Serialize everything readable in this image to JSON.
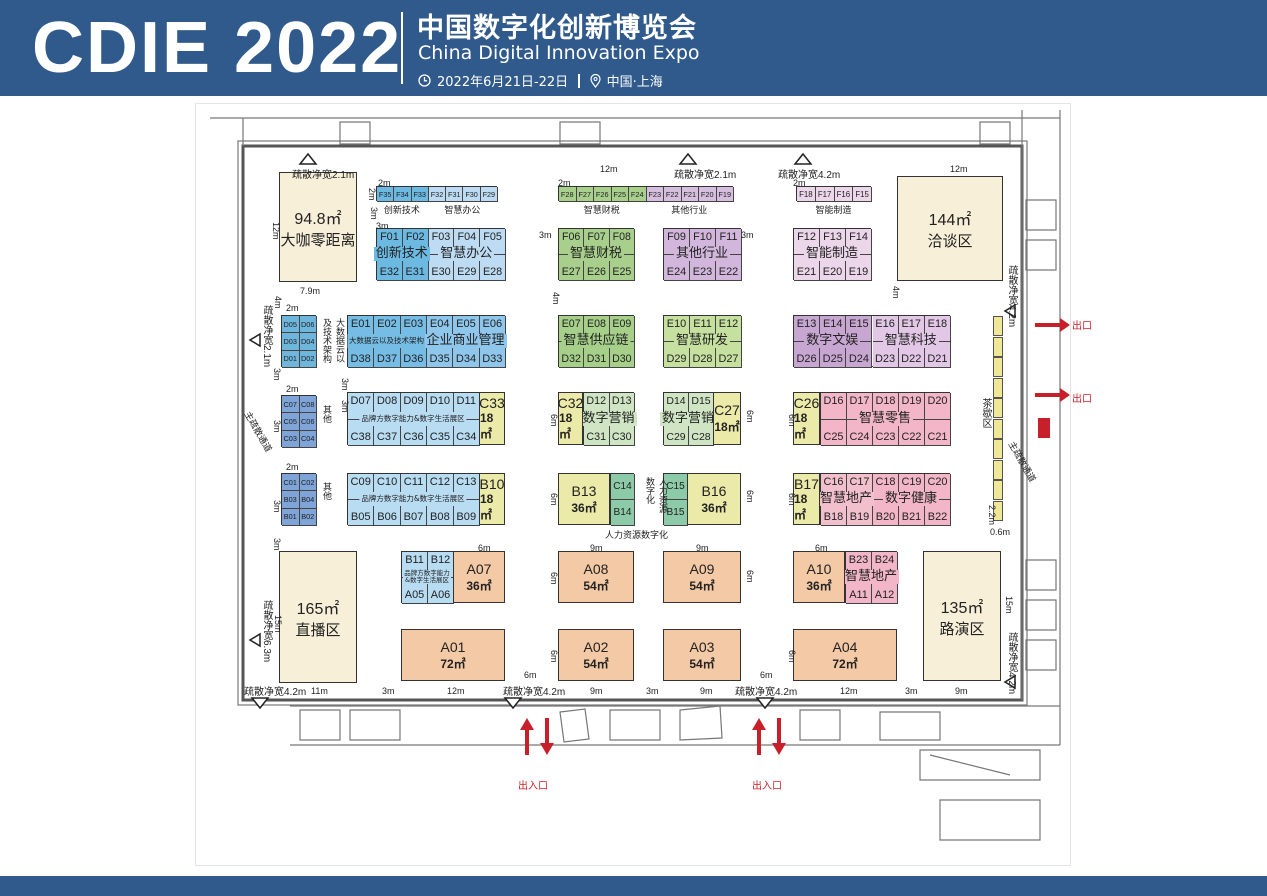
{
  "header": {
    "logo": "CDIE 2022",
    "title_cn": "中国数字化创新博览会",
    "title_en": "China Digital Innovation Expo",
    "date": "2022年6月21日-22日",
    "location": "中国·上海",
    "clock_icon": "clock-icon",
    "pin_icon": "location-pin-icon",
    "bg_color": "#2f5a8b"
  },
  "grids": [
    {
      "id": "f-strip-1",
      "rows": [
        [
          "F35",
          "F34",
          "F33",
          "F32",
          "F31",
          "F30",
          "F29"
        ]
      ],
      "zones": [
        {
          "label": "创新技术",
          "from": 0,
          "to": 2,
          "color": "#6cb9e2"
        },
        {
          "label": "智慧办公",
          "from": 3,
          "to": 6,
          "color": "#bddcf3"
        }
      ]
    },
    {
      "id": "f-strip-2",
      "rows": [
        [
          "F28",
          "F27",
          "F26",
          "F25",
          "F24",
          "F23",
          "F22",
          "F21",
          "F20",
          "F19"
        ]
      ],
      "zones": [
        {
          "label": "智慧财税",
          "from": 0,
          "to": 4,
          "color": "#a8d08c"
        },
        {
          "label": "其他行业",
          "from": 5,
          "to": 9,
          "color": "#d6bedf"
        }
      ]
    },
    {
      "id": "f-strip-3",
      "rows": [
        [
          "F18",
          "F17",
          "F16",
          "F15"
        ]
      ],
      "zones": [
        {
          "label": "智能制造",
          "from": 0,
          "to": 3,
          "color": "#ecd6ea"
        }
      ]
    },
    {
      "id": "g-f01",
      "rows": [
        [
          "F01",
          "F02",
          "F03",
          "F04",
          "F05"
        ],
        [
          "E32",
          "E31",
          "E30",
          "E29",
          "E28"
        ]
      ],
      "zones": [
        {
          "label": "创新技术",
          "from": 0,
          "to": 1,
          "color": "#6cb9e2"
        },
        {
          "label": "智慧办公",
          "from": 2,
          "to": 4,
          "color": "#bddcf3"
        }
      ]
    },
    {
      "id": "g-f06",
      "rows": [
        [
          "F06",
          "F07",
          "F08"
        ],
        [
          "E27",
          "E26",
          "E25"
        ]
      ],
      "zones": [
        {
          "label": "智慧财税",
          "from": 0,
          "to": 2,
          "color": "#a8d08c"
        }
      ]
    },
    {
      "id": "g-f09",
      "rows": [
        [
          "F09",
          "F10",
          "F11"
        ],
        [
          "E24",
          "E23",
          "E22"
        ]
      ],
      "zones": [
        {
          "label": "其他行业",
          "from": 0,
          "to": 2,
          "color": "#d2b6dc"
        }
      ]
    },
    {
      "id": "g-f12",
      "rows": [
        [
          "F12",
          "F13",
          "F14"
        ],
        [
          "E21",
          "E20",
          "E19"
        ]
      ],
      "zones": [
        {
          "label": "智能制造",
          "from": 0,
          "to": 2,
          "color": "#ecd6ea"
        }
      ]
    },
    {
      "id": "g-d05",
      "rows": [
        [
          "D05",
          "D06"
        ],
        [
          "D03",
          "D04"
        ],
        [
          "D01",
          "D02"
        ]
      ],
      "color": "#6fb6dc",
      "note": "大数据云以及技术架构"
    },
    {
      "id": "g-e01",
      "rows": [
        [
          "E01",
          "E02",
          "E03",
          "E04",
          "E05",
          "E06"
        ],
        [
          "D38",
          "D37",
          "D36",
          "D35",
          "D34",
          "D33"
        ]
      ],
      "zones": [
        {
          "label": "大数据云以及技术架构",
          "from": 0,
          "to": 2,
          "color": "#76bde6",
          "small": true
        },
        {
          "label": "企业商业管理",
          "from": 3,
          "to": 5,
          "color": "#8fc7ec"
        }
      ]
    },
    {
      "id": "g-e07",
      "rows": [
        [
          "E07",
          "E08",
          "E09"
        ],
        [
          "D32",
          "D31",
          "D30"
        ]
      ],
      "zones": [
        {
          "label": "智慧供应链",
          "from": 0,
          "to": 2,
          "color": "#a6d08a"
        }
      ]
    },
    {
      "id": "g-e10",
      "rows": [
        [
          "E10",
          "E11",
          "E12"
        ],
        [
          "D29",
          "D28",
          "D27"
        ]
      ],
      "zones": [
        {
          "label": "智慧研发",
          "from": 0,
          "to": 2,
          "color": "#c6e0a0"
        }
      ]
    },
    {
      "id": "g-e13",
      "rows": [
        [
          "E13",
          "E14",
          "E15",
          "E16",
          "E17",
          "E18"
        ],
        [
          "D26",
          "D25",
          "D24",
          "D23",
          "D22",
          "D21"
        ]
      ],
      "zones": [
        {
          "label": "数字文娱",
          "from": 0,
          "to": 2,
          "color": "#c8a6d2"
        },
        {
          "label": "智慧科技",
          "from": 3,
          "to": 5,
          "color": "#e2c8e6"
        }
      ]
    },
    {
      "id": "g-c07",
      "rows": [
        [
          "C07",
          "C08"
        ],
        [
          "C05",
          "C06"
        ],
        [
          "C03",
          "C04"
        ]
      ],
      "color": "#7ea4d8",
      "note": "其他"
    },
    {
      "id": "g-d07",
      "rows": [
        [
          "D07",
          "D08",
          "D09",
          "D10",
          "D11"
        ],
        [
          "C38",
          "C37",
          "C36",
          "C35",
          "C34"
        ]
      ],
      "zones": [
        {
          "label": "品牌方数字能力&数字生活展区",
          "from": 0,
          "to": 4,
          "color": "#b8dcf2",
          "small": true
        }
      ]
    },
    {
      "id": "g-d12",
      "rows": [
        [
          "D12",
          "D13"
        ],
        [
          "C31",
          "C30"
        ]
      ],
      "zones": [
        {
          "label": "数字营销",
          "from": 0,
          "to": 1,
          "color": "#cfe5c3"
        }
      ]
    },
    {
      "id": "g-d14",
      "rows": [
        [
          "D14",
          "D15"
        ],
        [
          "C29",
          "C28"
        ]
      ],
      "zones": [
        {
          "label": "数字营销",
          "from": 0,
          "to": 1,
          "color": "#cfe5c3"
        }
      ]
    },
    {
      "id": "g-d16",
      "rows": [
        [
          "D16",
          "D17",
          "D18",
          "D19",
          "D20"
        ],
        [
          "C25",
          "C24",
          "C23",
          "C22",
          "C21"
        ]
      ],
      "zones": [
        {
          "label": "智慧零售",
          "from": 0,
          "to": 4,
          "color": "#f2b6c8"
        }
      ]
    },
    {
      "id": "g-c01",
      "rows": [
        [
          "C01",
          "C02"
        ],
        [
          "B03",
          "B04"
        ],
        [
          "B01",
          "B02"
        ]
      ],
      "color": "#7ea4d8",
      "note": "其他"
    },
    {
      "id": "g-c09",
      "rows": [
        [
          "C09",
          "C10",
          "C11",
          "C12",
          "C13"
        ],
        [
          "B05",
          "B06",
          "B07",
          "B08",
          "B09"
        ]
      ],
      "zones": [
        {
          "label": "品牌方数字能力&数字生活展区",
          "from": 0,
          "to": 4,
          "color": "#b8dcf2",
          "small": true
        }
      ]
    },
    {
      "id": "g-c14",
      "rows": [
        [
          "C14"
        ],
        [
          "B14"
        ]
      ],
      "color": "#8ccaa8",
      "note": "人力资源数字化"
    },
    {
      "id": "g-c15",
      "rows": [
        [
          "C15"
        ],
        [
          "B15"
        ]
      ],
      "color": "#8ccaa8",
      "note": "人力资源数字化"
    },
    {
      "id": "g-c16",
      "rows": [
        [
          "C16",
          "C17",
          "C18",
          "C19",
          "C20"
        ],
        [
          "B18",
          "B19",
          "B20",
          "B21",
          "B22"
        ]
      ],
      "zones": [
        {
          "label": "智慧地产",
          "from": 0,
          "to": 1,
          "color": "#f2c0cc"
        },
        {
          "label": "数字健康",
          "from": 2,
          "to": 4,
          "color": "#f2b6c8"
        }
      ]
    },
    {
      "id": "g-b11",
      "rows": [
        [
          "B11",
          "B12"
        ],
        [
          "A05",
          "A06"
        ]
      ],
      "zones": [
        {
          "label": "品牌方数字能力&数字生活展区",
          "from": 0,
          "to": 1,
          "color": "#b8dcf2",
          "tiny": true
        }
      ]
    },
    {
      "id": "g-b23",
      "rows": [
        [
          "B23",
          "B24"
        ],
        [
          "A11",
          "A12"
        ]
      ],
      "zones": [
        {
          "label": "智慧地产",
          "from": 0,
          "to": 1,
          "color": "#f2b6c8"
        }
      ]
    }
  ],
  "singles": [
    {
      "id": "s-cafe",
      "label": "94.8㎡",
      "sub": "大咖零距离",
      "color": "#f8efd9",
      "area": true
    },
    {
      "id": "s-nego",
      "label": "144㎡",
      "sub": "洽谈区",
      "color": "#f8efd9",
      "area": true
    },
    {
      "id": "s-live",
      "label": "165㎡",
      "sub": "直播区",
      "color": "#f8efd9",
      "area": true
    },
    {
      "id": "s-road",
      "label": "135㎡",
      "sub": "路演区",
      "color": "#f8efd9",
      "area": true
    },
    {
      "id": "s-c33",
      "label": "C33",
      "sub": "18㎡",
      "color": "#ebeaa8"
    },
    {
      "id": "s-c32",
      "label": "C32",
      "sub": "18㎡",
      "color": "#ebeaa8"
    },
    {
      "id": "s-c27",
      "label": "C27",
      "sub": "18㎡",
      "color": "#ebeaa8"
    },
    {
      "id": "s-c26",
      "label": "C26",
      "sub": "18㎡",
      "color": "#ebeaa8"
    },
    {
      "id": "s-b10",
      "label": "B10",
      "sub": "18㎡",
      "color": "#ebeaa8"
    },
    {
      "id": "s-b13",
      "label": "B13",
      "sub": "36㎡",
      "color": "#ebeaa8"
    },
    {
      "id": "s-b16",
      "label": "B16",
      "sub": "36㎡",
      "color": "#ebeaa8"
    },
    {
      "id": "s-b17",
      "label": "B17",
      "sub": "18㎡",
      "color": "#ebeaa8"
    },
    {
      "id": "s-a07",
      "label": "A07",
      "sub": "36㎡",
      "color": "#f4c9a6"
    },
    {
      "id": "s-a08",
      "label": "A08",
      "sub": "54㎡",
      "color": "#f4c9a6"
    },
    {
      "id": "s-a09",
      "label": "A09",
      "sub": "54㎡",
      "color": "#f4c9a6"
    },
    {
      "id": "s-a10",
      "label": "A10",
      "sub": "36㎡",
      "color": "#f4c9a6"
    },
    {
      "id": "s-a01",
      "label": "A01",
      "sub": "72㎡",
      "color": "#f4c9a6"
    },
    {
      "id": "s-a02",
      "label": "A02",
      "sub": "54㎡",
      "color": "#f4c9a6"
    },
    {
      "id": "s-a03",
      "label": "A03",
      "sub": "54㎡",
      "color": "#f4c9a6"
    },
    {
      "id": "s-a04",
      "label": "A04",
      "sub": "72㎡",
      "color": "#f4c9a6"
    }
  ],
  "tea_break": {
    "label": "茶歇区",
    "color": "#f0e896",
    "slots": 10
  },
  "main_aisle": [
    "主疏散通道",
    "主疏散通道"
  ],
  "evacuation": [
    "疏散净宽2.1m",
    "疏散净宽2.1m",
    "疏散净宽4.2m",
    "疏散净宽4.2m",
    "疏散净宽2.1m",
    "疏散净宽6.3m",
    "疏散净宽4.2m",
    "疏散净宽4.2m",
    "疏散净宽4.2m",
    "疏散净宽4.2m"
  ],
  "exits": [
    "出口",
    "出口",
    "出入口",
    "出入口"
  ],
  "exit_color": "#d0202a",
  "dims": [
    "2m",
    "2m",
    "2m",
    "2m",
    "3m",
    "3m",
    "12m",
    "7.9m",
    "4m",
    "3m",
    "4m",
    "3m",
    "12m",
    "12m",
    "4m",
    "3m",
    "2m",
    "3m",
    "2m",
    "3m",
    "2m",
    "3m",
    "3m",
    "3m",
    "6m",
    "6m",
    "6m",
    "6m",
    "6m",
    "6m",
    "2.2m",
    "0.6m",
    "6m",
    "9m",
    "9m",
    "6m",
    "15m",
    "15m",
    "6m",
    "6m",
    "6m",
    "6m",
    "11m",
    "3m",
    "12m",
    "6m",
    "9m",
    "3m",
    "9m",
    "6m",
    "12m",
    "3m",
    "9m"
  ]
}
